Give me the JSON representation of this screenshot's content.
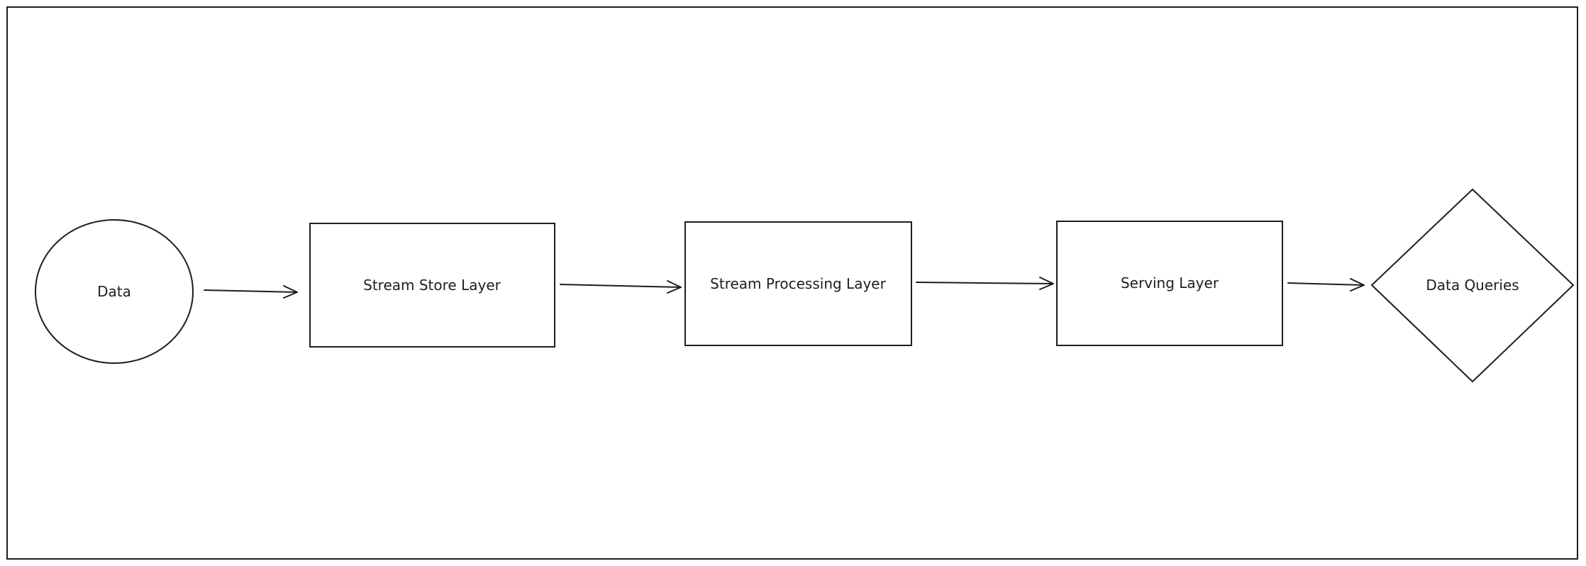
{
  "diagram": {
    "colors": {
      "stroke": "#1e1e1e",
      "background": "#ffffff"
    },
    "nodes": [
      {
        "id": "data",
        "shape": "ellipse",
        "label": "Data"
      },
      {
        "id": "stream-store-layer",
        "shape": "rectangle",
        "label": "Stream Store Layer"
      },
      {
        "id": "stream-processing-layer",
        "shape": "rectangle",
        "label": "Stream Processing Layer"
      },
      {
        "id": "serving-layer",
        "shape": "rectangle",
        "label": "Serving Layer"
      },
      {
        "id": "data-queries",
        "shape": "diamond",
        "label": "Data Queries"
      }
    ],
    "edges": [
      {
        "from": "data",
        "to": "stream-store-layer"
      },
      {
        "from": "stream-store-layer",
        "to": "stream-processing-layer"
      },
      {
        "from": "stream-processing-layer",
        "to": "serving-layer"
      },
      {
        "from": "serving-layer",
        "to": "data-queries"
      }
    ]
  }
}
